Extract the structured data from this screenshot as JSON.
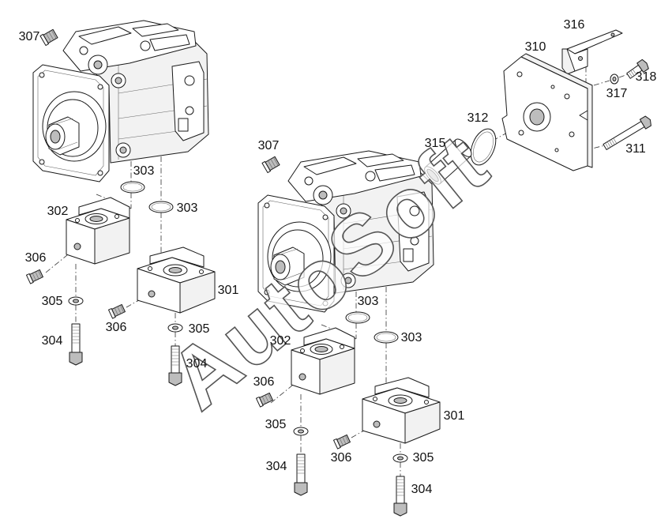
{
  "diagram": {
    "watermark": "AutoSoft",
    "callouts": [
      {
        "label": "307"
      },
      {
        "label": "316"
      },
      {
        "label": "310"
      },
      {
        "label": "318"
      },
      {
        "label": "317"
      },
      {
        "label": "312"
      },
      {
        "label": "315"
      },
      {
        "label": "311"
      },
      {
        "label": "307"
      },
      {
        "label": "303"
      },
      {
        "label": "303"
      },
      {
        "label": "302"
      },
      {
        "label": "306"
      },
      {
        "label": "301"
      },
      {
        "label": "305"
      },
      {
        "label": "306"
      },
      {
        "label": "305"
      },
      {
        "label": "304"
      },
      {
        "label": "304"
      },
      {
        "label": "303"
      },
      {
        "label": "303"
      },
      {
        "label": "302"
      },
      {
        "label": "306"
      },
      {
        "label": "301"
      },
      {
        "label": "305"
      },
      {
        "label": "306"
      },
      {
        "label": "305"
      },
      {
        "label": "304"
      },
      {
        "label": "304"
      }
    ]
  }
}
